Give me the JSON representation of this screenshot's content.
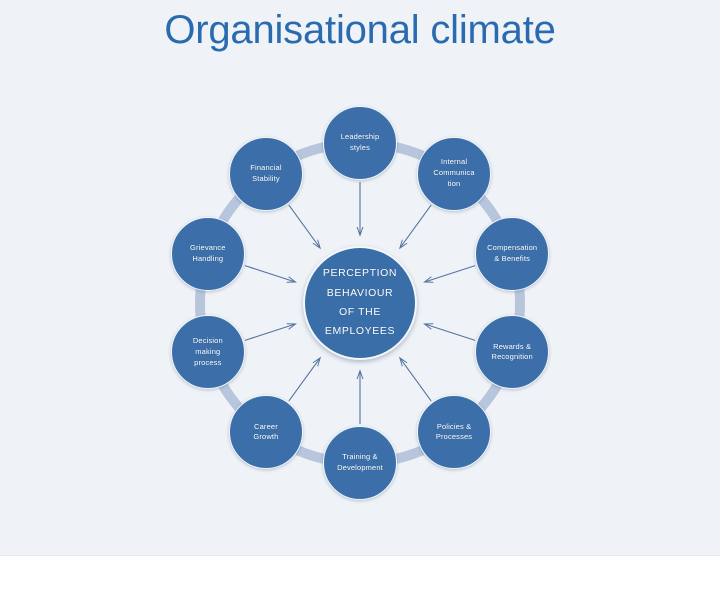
{
  "slide": {
    "title": "Organisational climate",
    "background_color": "#eff3f7",
    "title_color": "#2a6bb0"
  },
  "diagram": {
    "type": "cycle-hub-and-spoke",
    "ring_color": "#b7c6dc",
    "node_color": "#3c6fa9",
    "arrow_color": "#55749e",
    "center": {
      "name": "perception-behaviour-of-the-employees",
      "lines": [
        "PERCEPTION",
        "BEHAVIOUR",
        "OF THE",
        "EMPLOYEES"
      ]
    },
    "nodes": [
      {
        "id": "leadership-styles",
        "lines": [
          "Leadership",
          "styles"
        ],
        "angle_deg": -90
      },
      {
        "id": "internal-communication",
        "lines": [
          "Internal",
          "Communica",
          "tion"
        ],
        "angle_deg": -54
      },
      {
        "id": "compensation-benefits",
        "lines": [
          "Compensation",
          "& Benefits"
        ],
        "angle_deg": -18
      },
      {
        "id": "rewards-recognition",
        "lines": [
          "Rewards &",
          "Recognition"
        ],
        "angle_deg": 18
      },
      {
        "id": "policies-processes",
        "lines": [
          "Policies &",
          "Processes"
        ],
        "angle_deg": 54
      },
      {
        "id": "training-development",
        "lines": [
          "Training  &",
          "Development"
        ],
        "angle_deg": 90
      },
      {
        "id": "career-growth",
        "lines": [
          "Career",
          "Growth"
        ],
        "angle_deg": 126
      },
      {
        "id": "decision-making-process",
        "lines": [
          "Decision",
          "making",
          "process"
        ],
        "angle_deg": 162
      },
      {
        "id": "grievance-handling",
        "lines": [
          "Grievance",
          "Handling"
        ],
        "angle_deg": 198
      },
      {
        "id": "financial-stability",
        "lines": [
          "Financial",
          "Stability"
        ],
        "angle_deg": 234
      }
    ]
  }
}
